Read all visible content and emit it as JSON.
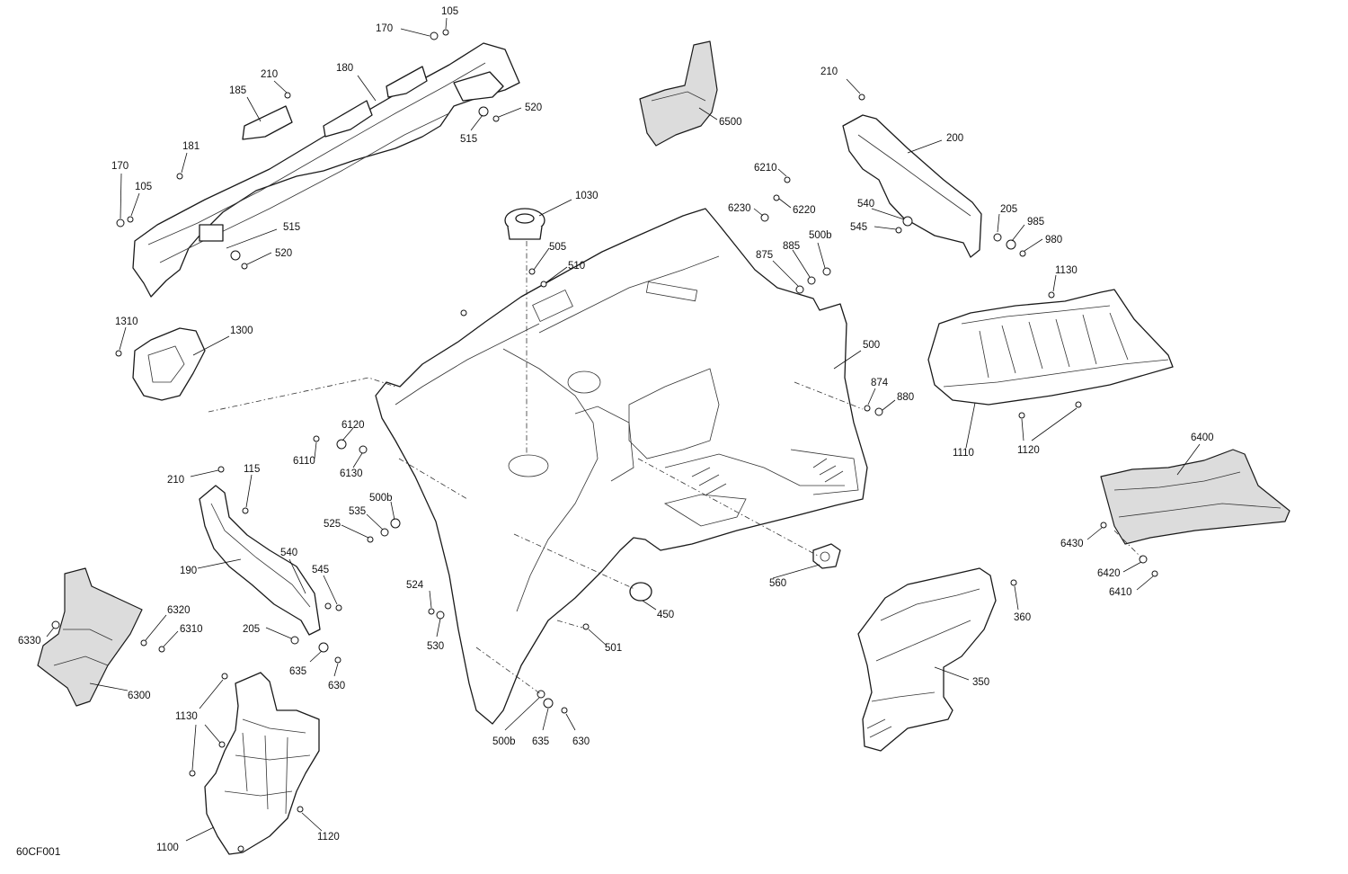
{
  "drawing_code": "60CF001",
  "callouts": [
    {
      "id": "c1",
      "text": "105"
    },
    {
      "id": "c2",
      "text": "170"
    },
    {
      "id": "c3",
      "text": "180"
    },
    {
      "id": "c4",
      "text": "210"
    },
    {
      "id": "c5",
      "text": "185"
    },
    {
      "id": "c6",
      "text": "520"
    },
    {
      "id": "c7",
      "text": "515"
    },
    {
      "id": "c8",
      "text": "181"
    },
    {
      "id": "c9",
      "text": "170"
    },
    {
      "id": "c10",
      "text": "105"
    },
    {
      "id": "c11",
      "text": "515"
    },
    {
      "id": "c12",
      "text": "520"
    },
    {
      "id": "c13",
      "text": "6500"
    },
    {
      "id": "c14",
      "text": "1030"
    },
    {
      "id": "c15",
      "text": "6210"
    },
    {
      "id": "c16",
      "text": "6230"
    },
    {
      "id": "c17",
      "text": "6220"
    },
    {
      "id": "c18",
      "text": "505"
    },
    {
      "id": "c19",
      "text": "510"
    },
    {
      "id": "c20",
      "text": "875"
    },
    {
      "id": "c21",
      "text": "885"
    },
    {
      "id": "c22",
      "text": "500b"
    },
    {
      "id": "c23",
      "text": "210"
    },
    {
      "id": "c24",
      "text": "200"
    },
    {
      "id": "c25",
      "text": "540"
    },
    {
      "id": "c26",
      "text": "545"
    },
    {
      "id": "c27",
      "text": "205"
    },
    {
      "id": "c28",
      "text": "985"
    },
    {
      "id": "c29",
      "text": "980"
    },
    {
      "id": "c30",
      "text": "1130"
    },
    {
      "id": "c31",
      "text": "1310"
    },
    {
      "id": "c32",
      "text": "1300"
    },
    {
      "id": "c33",
      "text": "500"
    },
    {
      "id": "c34",
      "text": "874"
    },
    {
      "id": "c35",
      "text": "880"
    },
    {
      "id": "c36",
      "text": "1110"
    },
    {
      "id": "c37",
      "text": "1120"
    },
    {
      "id": "c38",
      "text": "6120"
    },
    {
      "id": "c39",
      "text": "6110"
    },
    {
      "id": "c40",
      "text": "6130"
    },
    {
      "id": "c41",
      "text": "210"
    },
    {
      "id": "c42",
      "text": "115"
    },
    {
      "id": "c43",
      "text": "500b"
    },
    {
      "id": "c44",
      "text": "535"
    },
    {
      "id": "c45",
      "text": "525"
    },
    {
      "id": "c46",
      "text": "6400"
    },
    {
      "id": "c47",
      "text": "190"
    },
    {
      "id": "c48",
      "text": "540"
    },
    {
      "id": "c49",
      "text": "545"
    },
    {
      "id": "c50",
      "text": "560"
    },
    {
      "id": "c51",
      "text": "6430"
    },
    {
      "id": "c52",
      "text": "524"
    },
    {
      "id": "c53",
      "text": "6420"
    },
    {
      "id": "c54",
      "text": "6410"
    },
    {
      "id": "c55",
      "text": "450"
    },
    {
      "id": "c56",
      "text": "360"
    },
    {
      "id": "c57",
      "text": "6320"
    },
    {
      "id": "c58",
      "text": "6310"
    },
    {
      "id": "c59",
      "text": "6330"
    },
    {
      "id": "c60",
      "text": "205"
    },
    {
      "id": "c61",
      "text": "530"
    },
    {
      "id": "c62",
      "text": "501"
    },
    {
      "id": "c63",
      "text": "635"
    },
    {
      "id": "c64",
      "text": "630"
    },
    {
      "id": "c65",
      "text": "6300"
    },
    {
      "id": "c66",
      "text": "350"
    },
    {
      "id": "c67",
      "text": "1130"
    },
    {
      "id": "c68",
      "text": "500b"
    },
    {
      "id": "c69",
      "text": "635"
    },
    {
      "id": "c70",
      "text": "630"
    },
    {
      "id": "c71",
      "text": "1100"
    },
    {
      "id": "c72",
      "text": "1120"
    }
  ]
}
